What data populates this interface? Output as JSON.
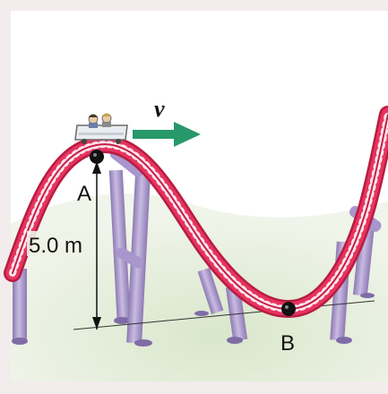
{
  "labels": {
    "velocity": "v",
    "point_a": "A",
    "point_b": "B",
    "height": "5.0 m"
  },
  "colors": {
    "frame": "#f3ecec",
    "panel": "#ffffff",
    "track": "#e02a55",
    "track_dark": "#b81c42",
    "support": "#b7a6d3",
    "support_shadow": "#8e7cb3",
    "ground": "#d7e5c9",
    "arrow": "#27986a",
    "marker": "#111111"
  }
}
